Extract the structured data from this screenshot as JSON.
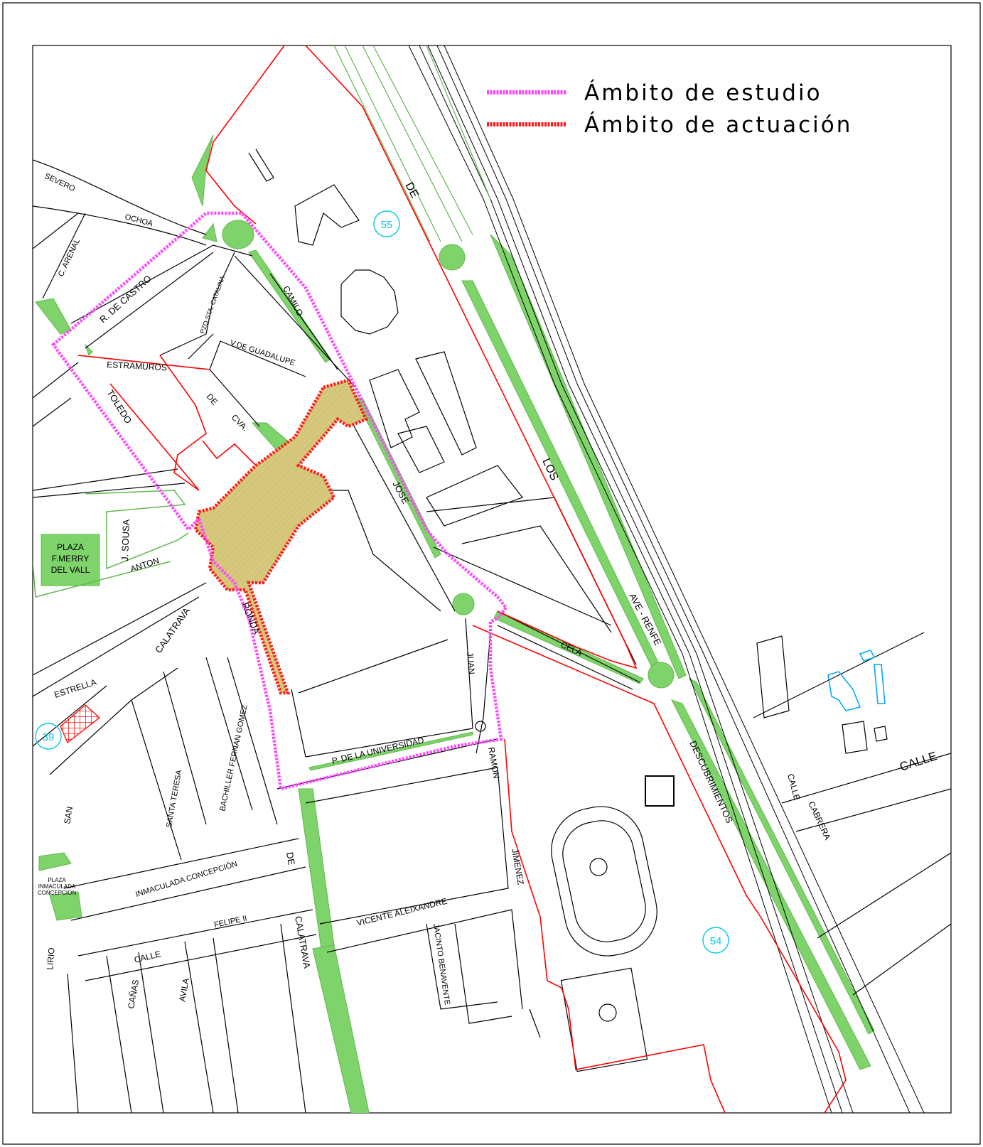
{
  "legend": {
    "items": [
      {
        "label": "Ámbito de estudio",
        "color": "#ff44ff"
      },
      {
        "label": "Ámbito de actuación",
        "color": "#ff1a1a"
      }
    ]
  },
  "colors": {
    "study_area": "#ff44ff",
    "action_area": "#ff1a1a",
    "boundary": "#ff0000",
    "green": "#7fd36b",
    "plaza_fill": "#d6c97e",
    "pool": "#00aaff",
    "plot_number": "#00c8e6"
  },
  "plots": [
    "55",
    "54",
    "39"
  ],
  "streets": {
    "severo": "SEVERO",
    "ochoa": "OCHOA",
    "arenal": "C. ARENAL",
    "r_castro": "R. DE CASTRO",
    "pzo_catalina": "PZO STA. CATALINA",
    "camilo": "CAMILO",
    "guadalupe": "V.DE GUADALUPE",
    "estramuros": "ESTRAMUROS",
    "toledo": "TOLEDO",
    "de": "DE",
    "cva": "CVA.",
    "jose": "JOSE",
    "j_sousa": "J. SOUSA",
    "anton": "ANTON",
    "calatrava_w": "CALATRAVA",
    "ronda": "RONDA",
    "estrella": "ESTRELLA",
    "santa_teresa": "SANTA TERESA",
    "bachiller": "BACHILLER FERNAN GOMEZ",
    "san": "SAN",
    "inmaculada": "INMACULADA CONCEPCIÓN",
    "felipe": "FELIPE II",
    "calle": "CALLE",
    "lirio": "LIRIO",
    "canas": "CAÑAS",
    "avila": "AVILA",
    "de_calatrava_de": "DE",
    "calatrava_s": "CALATRAVA",
    "vicente": "VICENTE ALEIXANDRE",
    "jacinto": "JACINTO BENAVENTE",
    "universidad": "P. DE LA UNIVERSIDAD",
    "juan": "JUAN",
    "ramon": "RAMON",
    "jimenez": "JIMENEZ",
    "cela": "CELA",
    "de_ronda": "DE",
    "los": "LOS",
    "descubrimientos": "DESCUBRIMIENTOS",
    "ave_renfe": "AVE - RENFE",
    "calle_e": "CALLE",
    "cabrera": "CABRERA",
    "calle_big": "CALLE"
  },
  "places": {
    "plaza_merry": [
      "PLAZA",
      "F.MERRY",
      "DEL VALL"
    ],
    "plaza_inmaculada": [
      "PLAZA",
      "INMACULADA",
      "CONCEPCION"
    ]
  }
}
